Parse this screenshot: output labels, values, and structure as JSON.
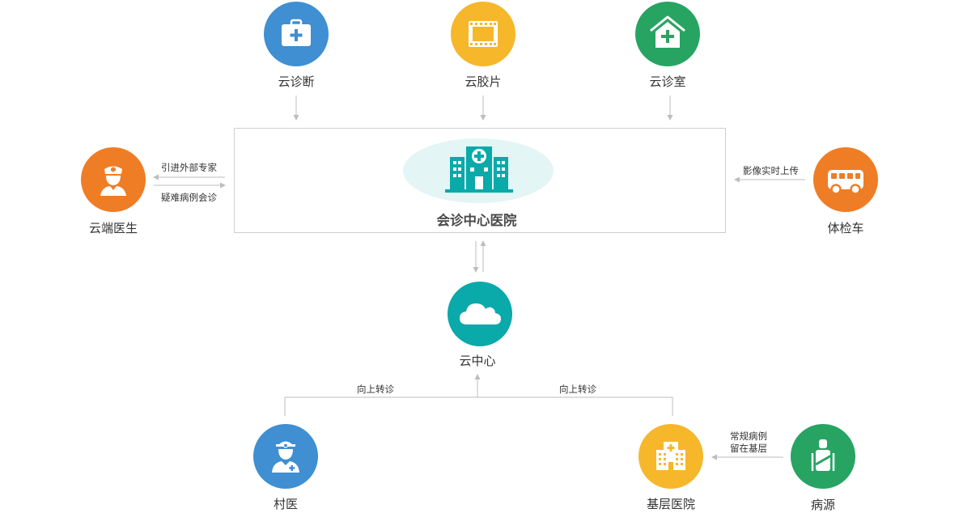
{
  "colors": {
    "blue": "#3f8fd2",
    "yellow": "#f6b72b",
    "green": "#27a462",
    "orange": "#ef7d25",
    "teal": "#0aa9aa",
    "line": "#bdbdbd"
  },
  "top_nodes": [
    {
      "label": "云诊断",
      "icon": "medical-kit-icon"
    },
    {
      "label": "云胶片",
      "icon": "film-icon"
    },
    {
      "label": "云诊室",
      "icon": "clinic-house-icon"
    }
  ],
  "center": {
    "title": "会诊中心医院",
    "icon": "hospital-building-icon"
  },
  "left_node": {
    "label": "云端医生",
    "icon": "nurse-icon",
    "arrow_top": "引进外部专家",
    "arrow_bottom": "疑难病例会诊"
  },
  "right_node": {
    "label": "体检车",
    "icon": "bus-icon",
    "arrow_label": "影像实时上传"
  },
  "cloud": {
    "label": "云中心",
    "icon": "cloud-icon"
  },
  "bottom": {
    "left_arrow_label": "向上转诊",
    "right_arrow_label": "向上转诊",
    "village_doctor": {
      "label": "村医",
      "icon": "doctor-icon"
    },
    "basic_hospital": {
      "label": "基层医院",
      "icon": "hospital-icon"
    },
    "patients": {
      "label": "病源",
      "icon": "patient-icon"
    },
    "patients_arrow_line1": "常规病例",
    "patients_arrow_line2": "留在基层"
  }
}
